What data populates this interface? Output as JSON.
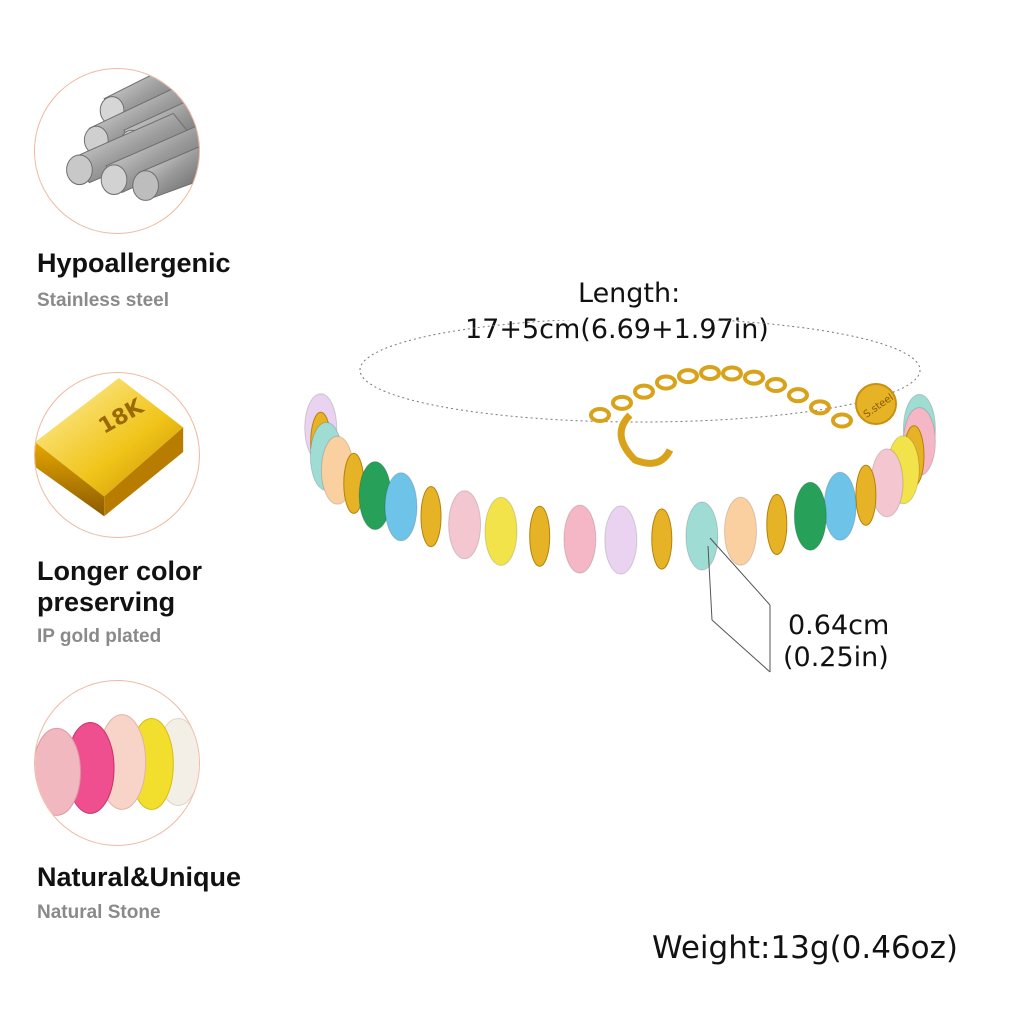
{
  "features": [
    {
      "title": "Hypoallergenic",
      "subtitle": "Stainless steel",
      "icon": "steel-rods-icon"
    },
    {
      "title_line1": "Longer color",
      "title_line2": "preserving",
      "subtitle": "IP gold plated",
      "icon": "gold-bar-icon",
      "bar_text": "18K"
    },
    {
      "title": "Natural&Unique",
      "subtitle": "Natural Stone",
      "icon": "stone-beads-icon"
    }
  ],
  "dimensions": {
    "length_label": "Length:",
    "length_value": "17+5cm(6.69+1.97in)",
    "bead_cm": "0.64cm",
    "bead_in": "(0.25in)",
    "weight": "Weight:13g(0.46oz)",
    "tag_text": "S.steel"
  },
  "colors": {
    "gold": "#e6b326",
    "circle_border": "#f0b9a2",
    "subtitle_gray": "#8a8a8a"
  }
}
